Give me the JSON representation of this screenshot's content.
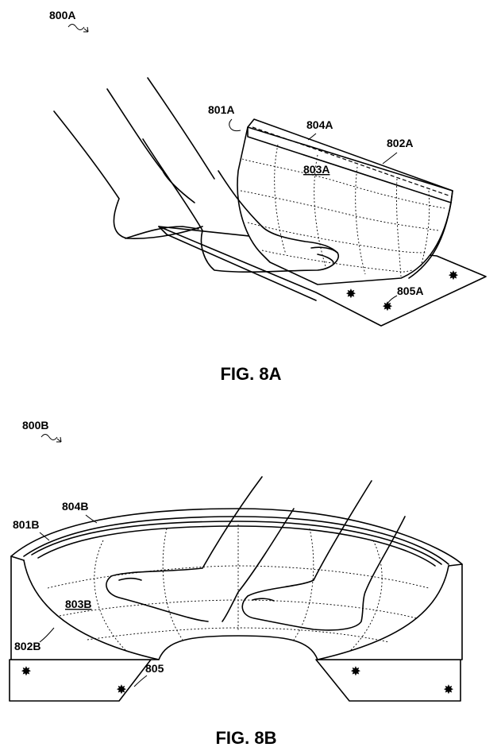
{
  "figure_a": {
    "ref": "800A",
    "caption": "FIG. 8A",
    "labels": {
      "band": "801A",
      "body": "802A",
      "surface": "803A",
      "strip": "804A",
      "base": "805A"
    }
  },
  "figure_b": {
    "ref": "800B",
    "caption": "FIG. 8B",
    "labels": {
      "band": "801B",
      "body": "802B",
      "surface": "803B",
      "strip": "804B",
      "base": "805"
    }
  }
}
